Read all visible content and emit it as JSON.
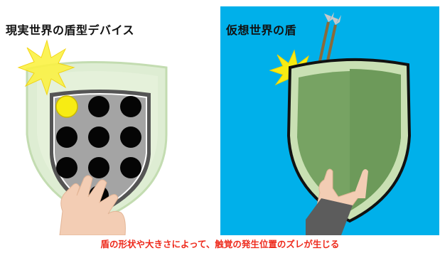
{
  "left_panel": {
    "title": "現実世界の盾型デバイス",
    "active_button": 0,
    "button_count": 12
  },
  "right_panel": {
    "title": "仮想世界の盾"
  },
  "caption": "盾の形状や大きさによって、触覚の発生位置のズレが生じる",
  "colors": {
    "sky_background": "#00b0ea",
    "caption_red": "#ee2a1c",
    "shield_green": "#77a363",
    "shield_rim_light": "#c6dfb2",
    "active_button": "#f7ec13",
    "impact_flash": "#fbf244"
  },
  "icons": [
    "impact-flash-icon",
    "arrow-icon",
    "hand-icon",
    "gloved-hand-icon"
  ]
}
